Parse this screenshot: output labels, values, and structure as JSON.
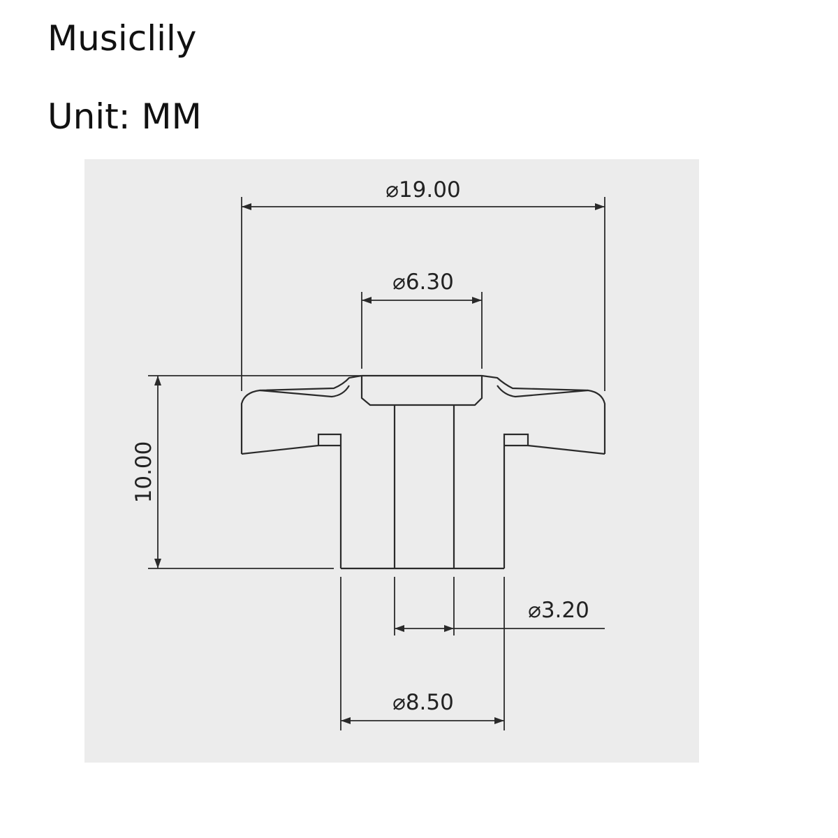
{
  "header": {
    "brand": "Musiclily",
    "unit": "Unit: MM"
  },
  "drawing": {
    "dimensions": {
      "outer_diameter": "⌀19.00",
      "top_recess_diameter": "⌀6.30",
      "height": "10.00",
      "bore_diameter": "⌀3.20",
      "shaft_diameter": "⌀8.50"
    },
    "colors": {
      "panel": "#ececec",
      "line": "#2a2a2a",
      "text": "#222222"
    }
  }
}
